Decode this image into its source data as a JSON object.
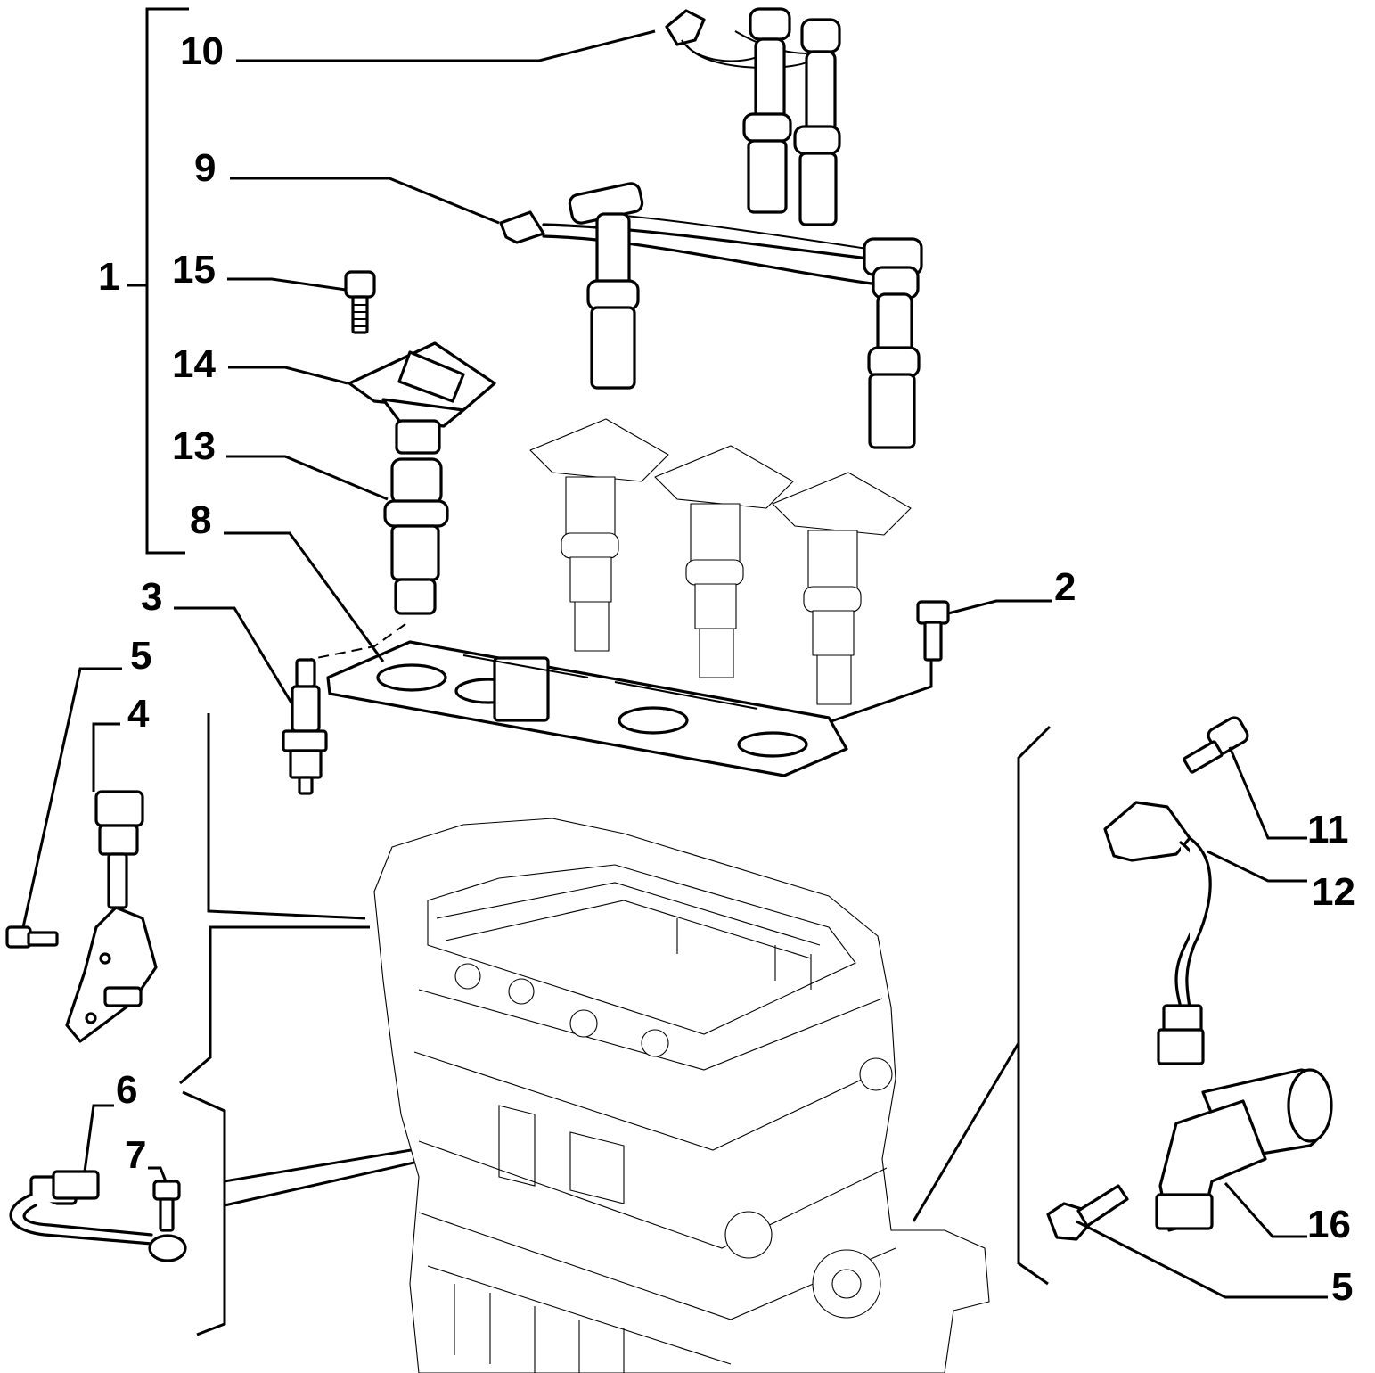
{
  "callouts": {
    "c1": "1",
    "c2": "2",
    "c3": "3",
    "c4": "4",
    "c5a": "5",
    "c5b": "5",
    "c6": "6",
    "c7": "7",
    "c8": "8",
    "c9": "9",
    "c10": "10",
    "c11": "11",
    "c12": "12",
    "c13": "13",
    "c14": "14",
    "c15": "15",
    "c16": "16"
  }
}
